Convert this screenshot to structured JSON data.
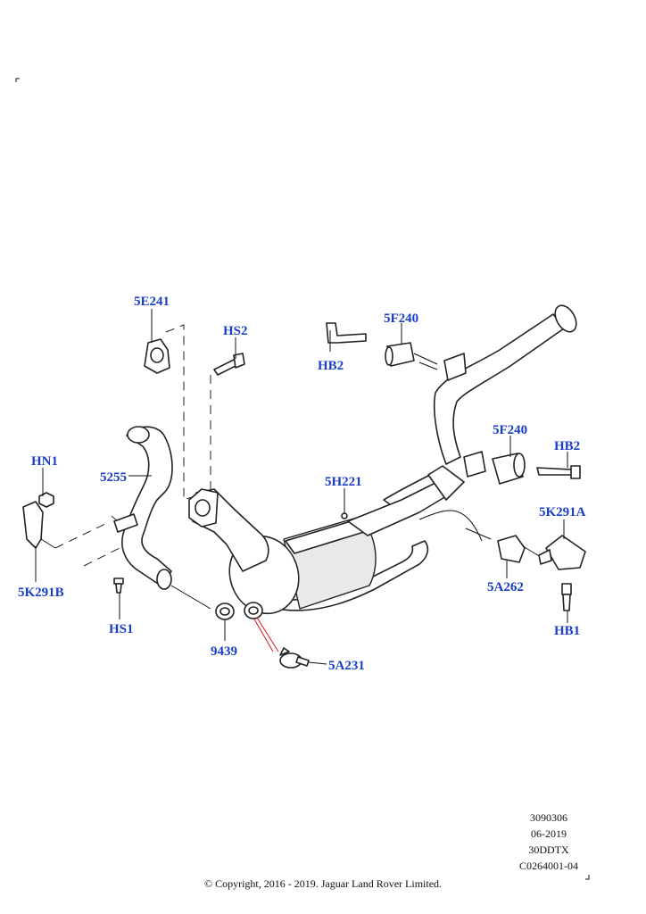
{
  "callouts": {
    "c5E241": "5E241",
    "cHS2": "HS2",
    "c5F240a": "5F240",
    "cHB2a": "HB2",
    "cHN1": "HN1",
    "c5255": "5255",
    "c5H221": "5H221",
    "c5F240b": "5F240",
    "cHB2b": "HB2",
    "c5K291A": "5K291A",
    "c5K291B": "5K291B",
    "c5A262": "5A262",
    "cHS1": "HS1",
    "c9439": "9439",
    "c5A231": "5A231",
    "cHB1": "HB1"
  },
  "reference": {
    "line1": "3090306",
    "line2": "06-2019",
    "line3": "30DDTX",
    "line4": "C0264001-04"
  },
  "copyright": "© Copyright, 2016 - 2019. Jaguar Land Rover Limited.",
  "colors": {
    "callout": "#1a3ec8",
    "leader_red": "#d21b1b"
  }
}
